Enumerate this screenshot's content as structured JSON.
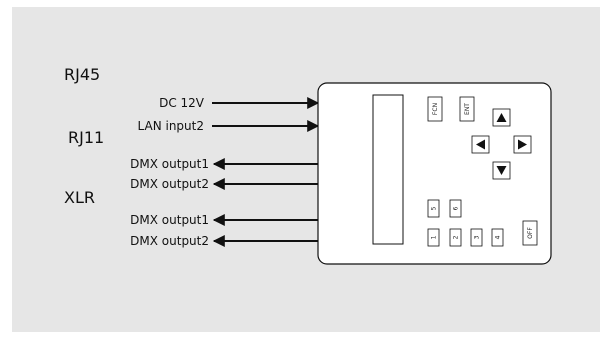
{
  "groups": {
    "rj45": "RJ45",
    "rj11": "RJ11",
    "xlr": "XLR"
  },
  "signals": {
    "dc12v": "DC 12V",
    "lan_input2": "LAN input2",
    "rj11_dmx_output1": "DMX output1",
    "rj11_dmx_output2": "DMX output2",
    "xlr_dmx_output1": "DMX output1",
    "xlr_dmx_output2": "DMX output2"
  },
  "device": {
    "buttons": {
      "fcn": "FCN",
      "ent": "ENT",
      "key1": "1",
      "key2": "2",
      "key3": "3",
      "key4": "4",
      "key5": "5",
      "key6": "6",
      "off": "OFF"
    },
    "arrows": {
      "up": "▲",
      "left": "◀",
      "right": "▶",
      "down": "▼"
    }
  }
}
